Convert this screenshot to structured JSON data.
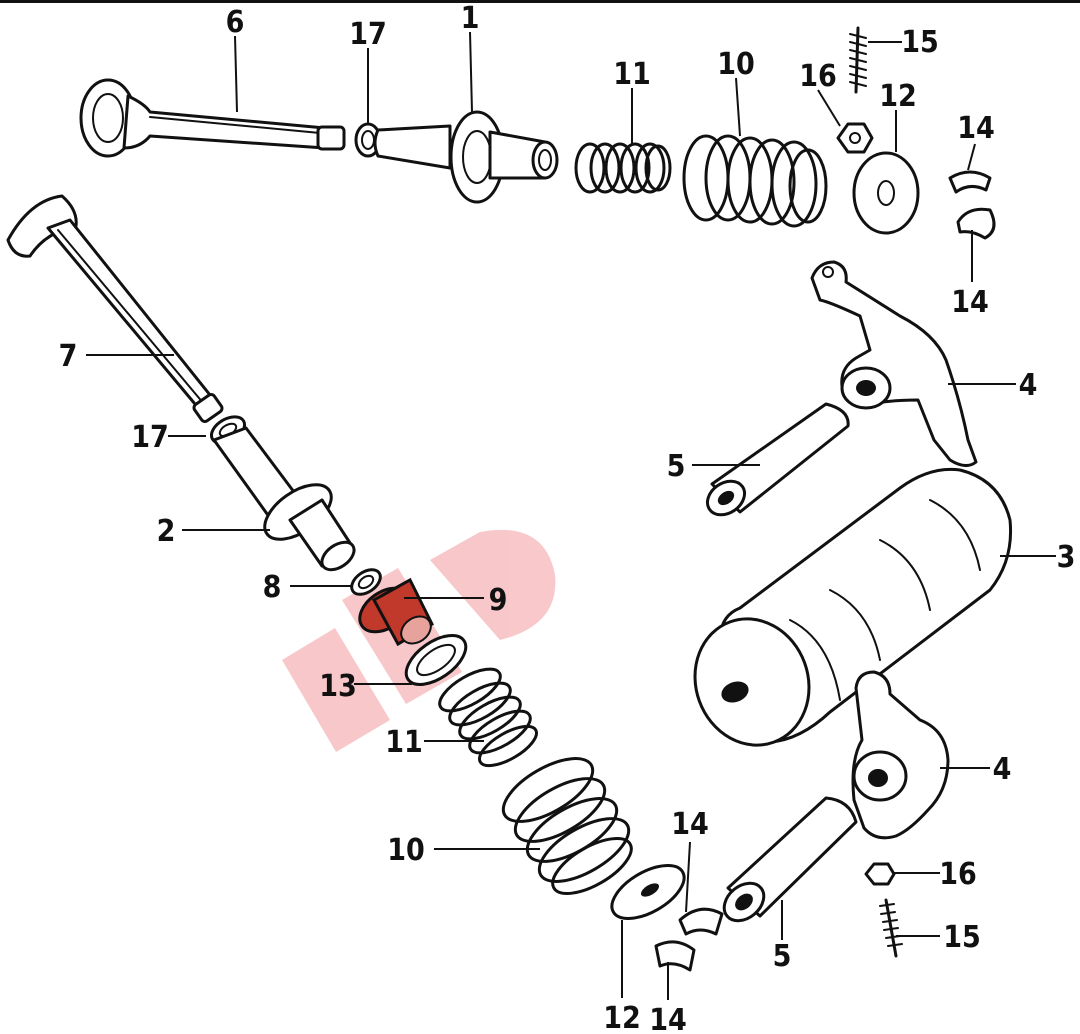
{
  "diagram": {
    "labels": {
      "p1": "1",
      "p2": "2",
      "p3": "3",
      "p4a": "4",
      "p4b": "4",
      "p5a": "5",
      "p5b": "5",
      "p6": "6",
      "p7": "7",
      "p8": "8",
      "p9": "9",
      "p10a": "10",
      "p10b": "10",
      "p11a": "11",
      "p11b": "11",
      "p12a": "12",
      "p12b": "12",
      "p13": "13",
      "p14a": "14",
      "p14b": "14",
      "p14c": "14",
      "p14d": "14",
      "p15a": "15",
      "p15b": "15",
      "p16a": "16",
      "p16b": "16",
      "p17a": "17",
      "p17b": "17"
    },
    "colors": {
      "ink": "#111111",
      "highlight": "#c0392b",
      "watermark": "#f5b5b8"
    }
  }
}
